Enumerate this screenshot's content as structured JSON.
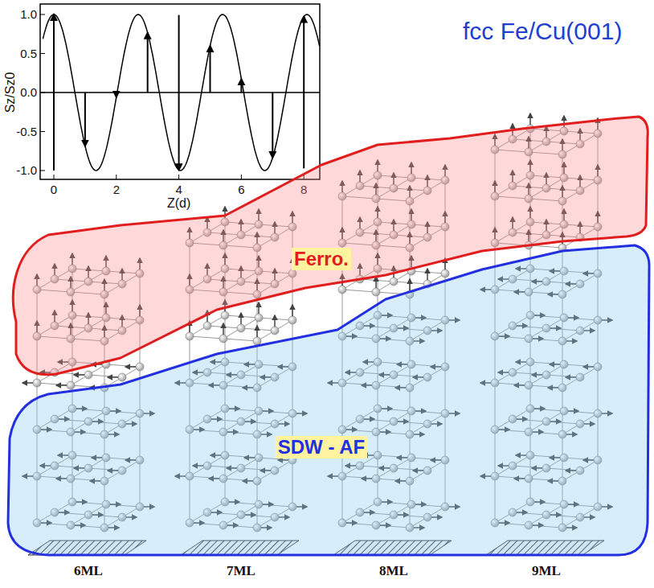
{
  "diagram": {
    "title": "fcc Fe/Cu(001)",
    "nodes": [
      {
        "text": [
          "Ferro."
        ]
      },
      {
        "text": [
          "SDW - AF"
        ]
      }
    ],
    "labels": [
      "1.0",
      "0.5",
      "0.0",
      "-0.5",
      "-1.0",
      "0",
      "2",
      "4",
      "6",
      "8",
      "Z(d)",
      "Sz/Sz0",
      "6ML",
      "7ML",
      "8ML",
      "9ML"
    ]
  }
}
